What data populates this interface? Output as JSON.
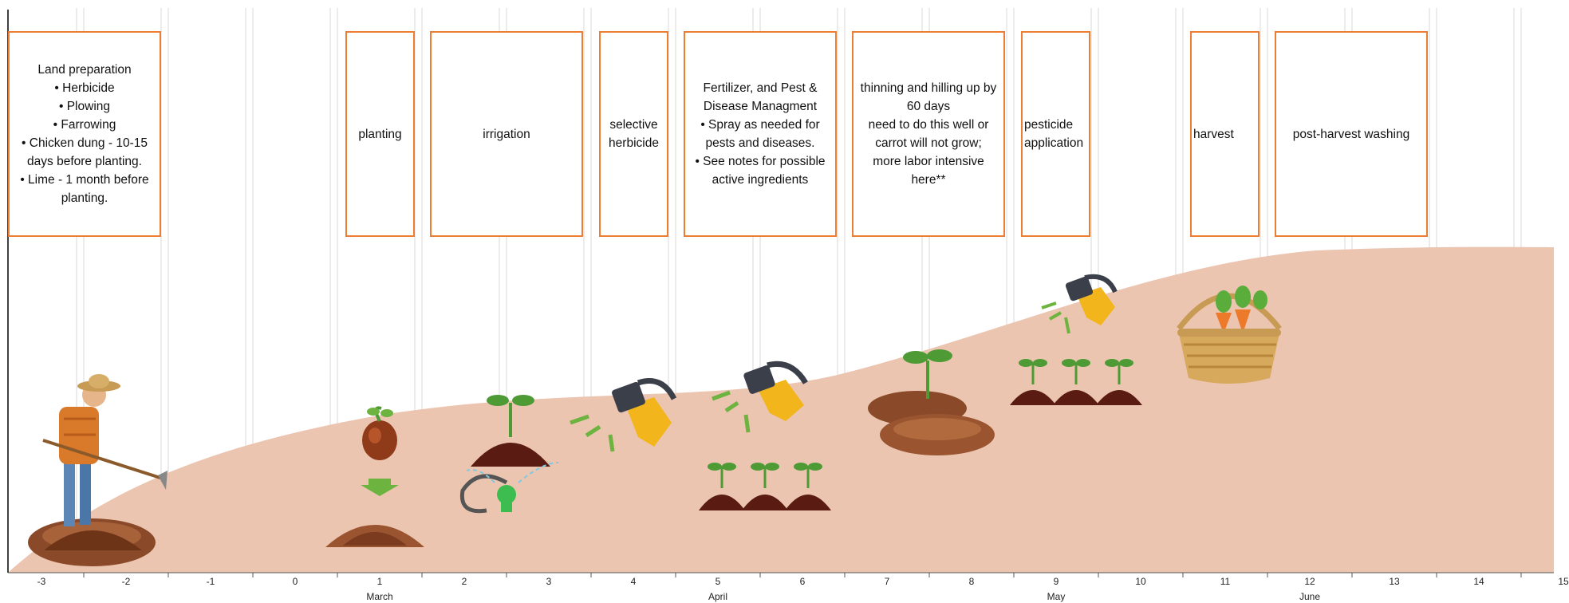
{
  "tasks": [
    {
      "label": "land-preparation",
      "lines": [
        "Land preparation",
        "• Herbicide",
        "• Plowing",
        "• Farrowing",
        "• Chicken dung - 10-15",
        "days before planting.",
        "• Lime - 1 month before",
        "planting."
      ]
    },
    {
      "label": "planting",
      "lines": [
        "planting"
      ]
    },
    {
      "label": "irrigation",
      "lines": [
        "irrigation"
      ]
    },
    {
      "label": "selective-herbicide",
      "lines": [
        "selective",
        "herbicide"
      ]
    },
    {
      "label": "fertilizer",
      "lines": [
        "Fertilizer, and Pest &",
        "Disease Managment",
        "• Spray as needed for",
        "pests and diseases.",
        "• See notes for possible",
        "active ingredients"
      ]
    },
    {
      "label": "thinning",
      "lines": [
        "thinning and hilling up by",
        "60 days",
        "need to do this well or",
        "carrot will not grow;",
        "more labor intensive",
        "here**"
      ]
    },
    {
      "label": "pesticide",
      "lines": [
        "pesticide",
        "application"
      ]
    },
    {
      "label": "harvest",
      "lines": [
        "harvest"
      ]
    },
    {
      "label": "post-harvest",
      "lines": [
        "post-harvest washing"
      ]
    }
  ],
  "axis": {
    "ticks": [
      "-3",
      "-2",
      "-1",
      "0",
      "1",
      "2",
      "3",
      "4",
      "5",
      "6",
      "7",
      "8",
      "9",
      "10",
      "11",
      "12",
      "13",
      "14",
      "15"
    ],
    "months": [
      "March",
      "April",
      "May",
      "June"
    ]
  },
  "illustrations": [
    "farmer-with-hoe-icon",
    "seed-sprout-icon",
    "sprinkler-icon",
    "sprayer-icon",
    "seedlings-icon",
    "mound-with-plant-icon",
    "carrot-basket-icon"
  ],
  "colors": {
    "box_border": "#ed7d31",
    "area_fill": "#ecc5b0",
    "gridline": "#d9d9d9",
    "soil": "#7a3b1f",
    "leaf": "#4e9a35",
    "sprayer": "#f2b51c"
  }
}
